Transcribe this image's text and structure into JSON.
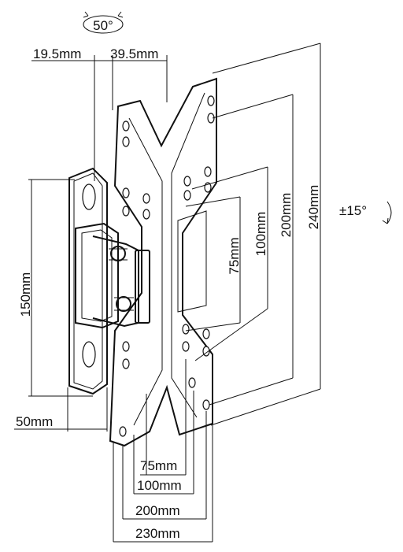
{
  "title": "",
  "rotation": {
    "top_angle": "50°",
    "side_angle": "±15°"
  },
  "top_dimensions": {
    "left": "19.5mm",
    "right": "39.5mm"
  },
  "vertical_dimensions": {
    "wall_plate_height": "150mm",
    "v75": "75mm",
    "v100": "100mm",
    "v200": "200mm",
    "v240": "240mm"
  },
  "bottom_dimensions": {
    "wall_offset": "50mm",
    "h75": "75mm",
    "h100": "100mm",
    "h200": "200mm",
    "h230": "230mm"
  }
}
